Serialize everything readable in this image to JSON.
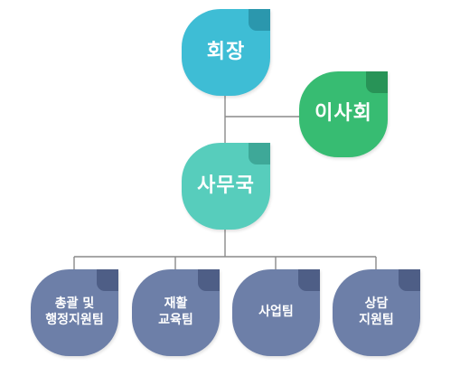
{
  "nodes": {
    "chairman": {
      "label": "회장",
      "color": "#3ebdd5",
      "fold": "#2b97ad"
    },
    "board": {
      "label": "이사회",
      "color": "#37bc72",
      "fold": "#289357"
    },
    "secretariat": {
      "label": "사무국",
      "color": "#57cdbc",
      "fold": "#3ea898"
    },
    "general": {
      "label": "총괄 및\n행정지원팀",
      "color": "#6d7fa8",
      "fold": "#4e5e86"
    },
    "rehab": {
      "label": "재활\n교육팀",
      "color": "#6d7fa8",
      "fold": "#4e5e86"
    },
    "business": {
      "label": "사업팀",
      "color": "#6d7fa8",
      "fold": "#4e5e86"
    },
    "counseling": {
      "label": "상담\n지원팀",
      "color": "#6d7fa8",
      "fold": "#4e5e86"
    }
  },
  "line_color": "#8a8a8a"
}
